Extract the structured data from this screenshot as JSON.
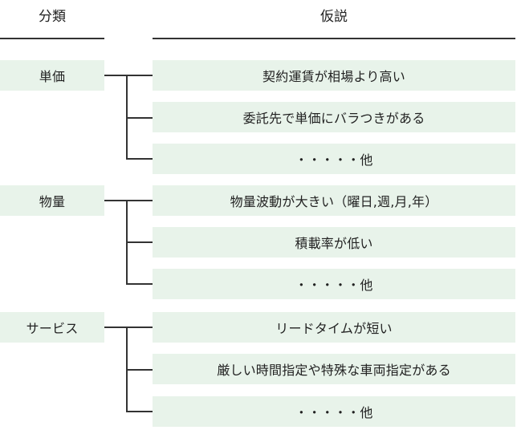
{
  "headers": {
    "category": "分類",
    "hypothesis": "仮説"
  },
  "colors": {
    "box_fill": "#e8f3ea",
    "line": "#333333"
  },
  "groups": [
    {
      "category": "単価",
      "hypotheses": [
        "契約運賃が相場より高い",
        "委託先で単価にバラつきがある",
        "・・・・・他"
      ]
    },
    {
      "category": "物量",
      "hypotheses": [
        "物量波動が大きい（曜日,週,月,年）",
        "積載率が低い",
        "・・・・・他"
      ]
    },
    {
      "category": "サービス",
      "hypotheses": [
        "リードタイムが短い",
        "厳しい時間指定や特殊な車両指定がある",
        "・・・・・他"
      ]
    }
  ]
}
